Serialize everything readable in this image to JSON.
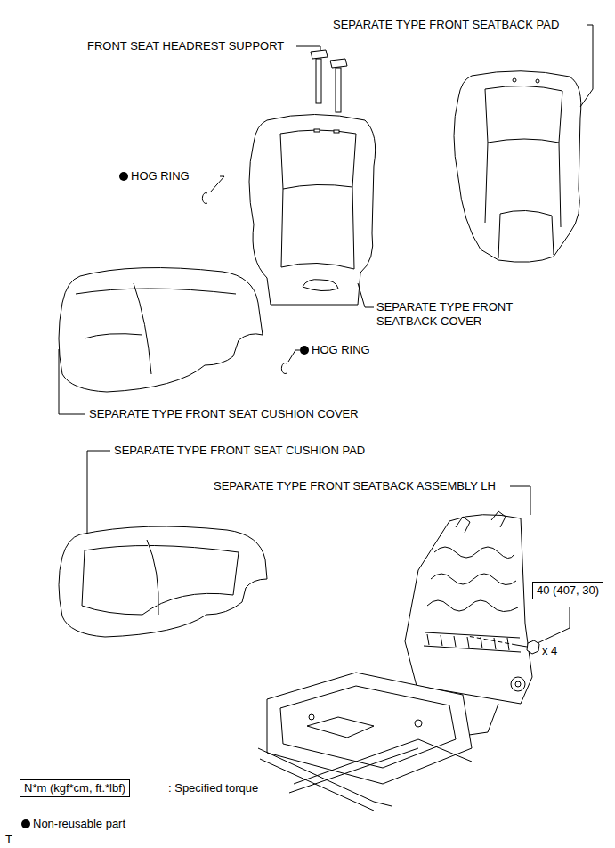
{
  "diagram": {
    "nodes": [
      {
        "text": [
          "40 (407, 30)"
        ]
      },
      {
        "text": [
          "N*m (kgf*cm, ft.*lbf)"
        ]
      }
    ],
    "labels": [
      "FRONT SEAT HEADREST SUPPORT",
      "SEPARATE TYPE FRONT SEATBACK PAD",
      "HOG RING",
      "SEPARATE TYPE FRONT SEATBACK COVER",
      "HOG RING",
      "SEPARATE TYPE FRONT SEAT CUSHION COVER",
      "SEPARATE TYPE FRONT SEAT CUSHION PAD",
      "SEPARATE TYPE FRONT SEATBACK ASSEMBLY LH",
      "x 4",
      ": Specified torque",
      "T"
    ],
    "legend": [
      {
        "text": "Non-reusable part"
      }
    ]
  }
}
